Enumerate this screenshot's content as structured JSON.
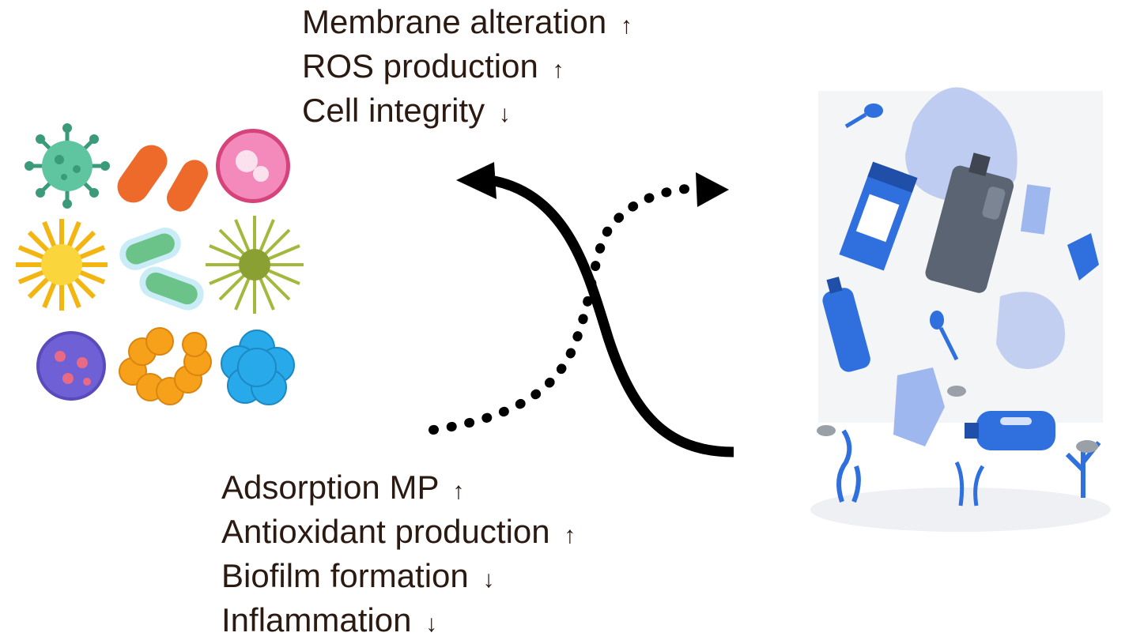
{
  "top_effects": [
    {
      "text": "Membrane alteration",
      "arrow": "↑"
    },
    {
      "text": "ROS production",
      "arrow": "↑"
    },
    {
      "text": "Cell integrity",
      "arrow": "↓"
    }
  ],
  "bottom_effects": [
    {
      "text": "Adsorption MP",
      "arrow": "↑"
    },
    {
      "text": "Antioxidant production",
      "arrow": "↑"
    },
    {
      "text": "Biofilm formation",
      "arrow": "↓"
    },
    {
      "text": "Inflammation",
      "arrow": "↓"
    }
  ],
  "illustrations": {
    "left": "microorganisms-illustration",
    "right": "ocean-plastic-pollution-illustration"
  },
  "colors": {
    "text": "#2b1a12",
    "arrow": "#000000",
    "plastic_blue": "#2f6fde",
    "plastic_light": "#b8c8ef"
  }
}
